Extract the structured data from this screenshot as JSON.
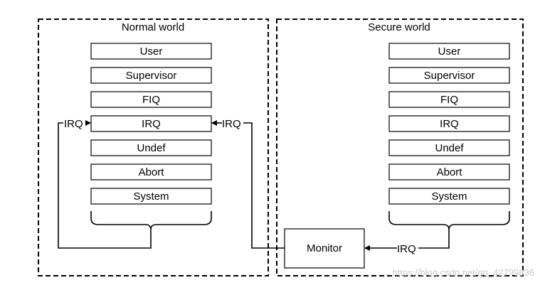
{
  "normal_world": {
    "title": "Normal world",
    "modes": [
      "User",
      "Supervisor",
      "FIQ",
      "IRQ",
      "Undef",
      "Abort",
      "System"
    ]
  },
  "secure_world": {
    "title": "Secure world",
    "modes": [
      "User",
      "Supervisor",
      "FIQ",
      "IRQ",
      "Undef",
      "Abort",
      "System"
    ]
  },
  "monitor": {
    "label": "Monitor"
  },
  "arrows": {
    "irq_left": "IRQ",
    "irq_right": "IRQ",
    "irq_secure": "IRQ"
  },
  "watermark": "https://blog.csdn.net/qq_42799836"
}
